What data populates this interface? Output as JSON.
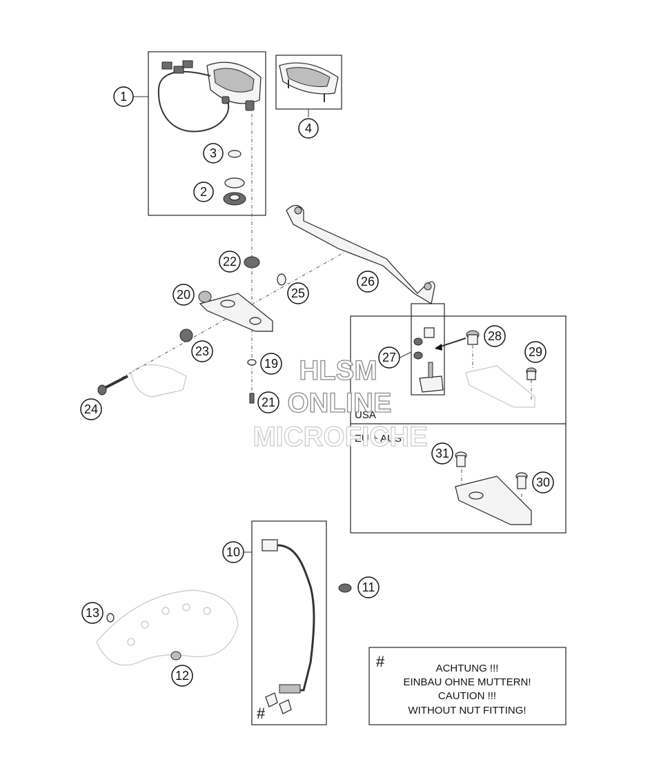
{
  "callouts": [
    {
      "number": "1"
    },
    {
      "number": "2"
    },
    {
      "number": "3"
    },
    {
      "number": "4"
    },
    {
      "number": "10"
    },
    {
      "number": "11"
    },
    {
      "number": "12"
    },
    {
      "number": "13"
    },
    {
      "number": "19"
    },
    {
      "number": "20"
    },
    {
      "number": "21"
    },
    {
      "number": "22"
    },
    {
      "number": "23"
    },
    {
      "number": "24"
    },
    {
      "number": "25"
    },
    {
      "number": "26"
    },
    {
      "number": "27"
    },
    {
      "number": "28"
    },
    {
      "number": "29"
    },
    {
      "number": "30"
    },
    {
      "number": "31"
    }
  ],
  "regions": {
    "usa": "USA",
    "eu_aus": "EU + AUS"
  },
  "note": {
    "symbol": "#",
    "lines": [
      "ACHTUNG !!!",
      "EINBAU OHNE MUTTERN!",
      "CAUTION !!!",
      "WITHOUT NUT FITTING!"
    ]
  },
  "sensor_mark": "#",
  "watermark": {
    "line1": "HLSM",
    "line2": "ONLINE",
    "line3": "MICROFICHE"
  }
}
